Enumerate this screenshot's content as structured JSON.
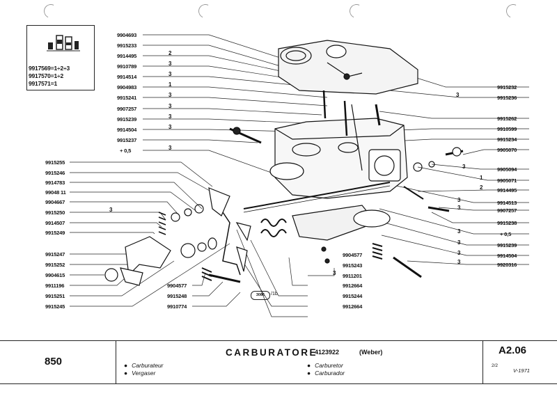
{
  "inset": {
    "lines": [
      "9917569=1÷2÷3",
      "9917570=1÷2",
      "9917571=1"
    ]
  },
  "left_labels": [
    {
      "num": "9904693",
      "qty": ""
    },
    {
      "num": "9915233",
      "qty": ""
    },
    {
      "num": "9914495",
      "qty": "2"
    },
    {
      "num": "9910789",
      "qty": "3"
    },
    {
      "num": "9914514",
      "qty": "3"
    },
    {
      "num": "9904983",
      "qty": "1"
    },
    {
      "num": "9915241",
      "qty": "3"
    },
    {
      "num": "9907257",
      "qty": "3"
    },
    {
      "num": "9915239",
      "qty": "3"
    },
    {
      "num": "9914504",
      "qty": "3"
    },
    {
      "num": "9915237",
      "qty": ""
    },
    {
      "num": "+ 0,5",
      "qty": "3"
    }
  ],
  "left_labels_2": [
    {
      "num": "9915255",
      "qty": ""
    },
    {
      "num": "9915246",
      "qty": ""
    },
    {
      "num": "9914783",
      "qty": ""
    },
    {
      "num": "99048 11",
      "qty": ""
    },
    {
      "num": "9904667",
      "qty": ""
    },
    {
      "num": "9915250",
      "qty": "3"
    },
    {
      "num": "9914507",
      "qty": ""
    },
    {
      "num": "9915249",
      "qty": ""
    }
  ],
  "left_labels_3": [
    {
      "num": "9915247"
    },
    {
      "num": "9915252"
    },
    {
      "num": "9904615"
    },
    {
      "num": "9911196"
    },
    {
      "num": "9915251"
    },
    {
      "num": "9915245"
    }
  ],
  "bottom_labels": [
    {
      "num": "9904577"
    },
    {
      "num": "9915248"
    },
    {
      "num": "9910774"
    }
  ],
  "center_labels": [
    {
      "num": "9904577",
      "qty": ""
    },
    {
      "num": "9915243",
      "qty": ""
    },
    {
      "num": "9911201",
      "qty": "3"
    },
    {
      "num": "9912664",
      "qty": ""
    },
    {
      "num": "9915244",
      "qty": ""
    },
    {
      "num": "9912664",
      "qty": ""
    }
  ],
  "right_labels": [
    {
      "num": "9915232",
      "qty": ""
    },
    {
      "num": "9915236",
      "qty": "3"
    },
    {
      "num": "9915262",
      "qty": ""
    },
    {
      "num": "9910599",
      "qty": ""
    },
    {
      "num": "9915234",
      "qty": ""
    },
    {
      "num": "9905070",
      "qty": ""
    },
    {
      "num": "9905094",
      "qty": "3"
    },
    {
      "num": "9905071",
      "qty": "1"
    },
    {
      "num": "9914495",
      "qty": "2"
    },
    {
      "num": "9914513",
      "qty": "3"
    },
    {
      "num": "9907257",
      "qty": "3"
    },
    {
      "num": "9915238",
      "qty": ""
    },
    {
      "num": "+ 0,5",
      "qty": "3"
    },
    {
      "num": "9915239",
      "qty": "3"
    },
    {
      "num": "9914504",
      "qty": "3"
    },
    {
      "num": "9920316",
      "qty": "3"
    }
  ],
  "stamp": {
    "text": "3086",
    "suffix": "/1b"
  },
  "footer": {
    "model": "850",
    "title": "CARBURATORE",
    "part_number": "4123922",
    "maker": "(Weber)",
    "languages_left": [
      "Carburateur",
      "Vergaser"
    ],
    "languages_right": [
      "Carburetor",
      "Carburador"
    ],
    "bullet": "●",
    "code": "A2.06",
    "page": "2/2",
    "date": "V-1971"
  }
}
